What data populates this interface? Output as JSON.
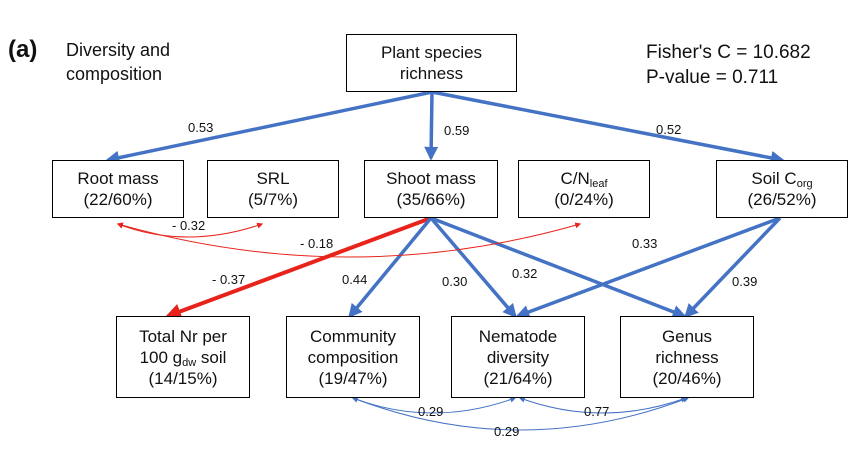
{
  "panel_label": "(a)",
  "heading": {
    "line1": "Diversity and",
    "line2": "composition"
  },
  "stats": {
    "fisher": "Fisher's C = 10.682",
    "pvalue": "P-value = 0.711"
  },
  "nodes": {
    "plant_richness": {
      "line1": "Plant species",
      "line2": "richness"
    },
    "root_mass": {
      "line1": "Root mass",
      "line2": "(22/60%)"
    },
    "srl": {
      "line1": "SRL",
      "line2": "(5/7%)"
    },
    "shoot_mass": {
      "line1": "Shoot mass",
      "line2": "(35/66%)"
    },
    "cn_leaf": {
      "line1_main": "C/N",
      "line1_sub": "leaf",
      "line2": "(0/24%)"
    },
    "soil_corg": {
      "line1_main": "Soil C",
      "line1_sub": "org",
      "line2": "(26/52%)"
    },
    "total_nr": {
      "line1": "Total Nr per",
      "line2_main": "100 g",
      "line2_sub": "dw",
      "line2_tail": " soil",
      "line3": "(14/15%)"
    },
    "community": {
      "line1": "Community",
      "line2": "composition",
      "line3": "(19/47%)"
    },
    "nematode": {
      "line1": "Nematode",
      "line2": "diversity",
      "line3": "(21/64%)"
    },
    "genus": {
      "line1": "Genus",
      "line2": "richness",
      "line3": "(20/46%)"
    }
  },
  "coefficients": {
    "richness_root": "0.53",
    "richness_shoot": "0.59",
    "richness_soil": "0.52",
    "root_srl": "- 0.32",
    "root_cn": "- 0.18",
    "shoot_nr": "- 0.37",
    "shoot_community": "0.44",
    "shoot_nematode": "0.30",
    "shoot_genus": "0.32",
    "soil_nematode": "0.33",
    "soil_genus": "0.39",
    "community_nematode": "0.29",
    "nematode_genus": "0.77",
    "community_genus": "0.29"
  },
  "colors": {
    "positive": "#4472c4",
    "negative": "#e8231c",
    "box_border": "#000000"
  }
}
